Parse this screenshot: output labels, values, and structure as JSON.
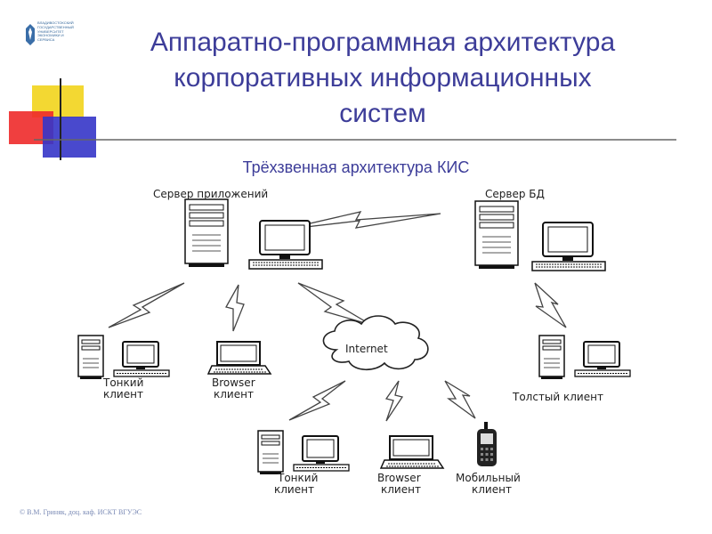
{
  "title": {
    "line1": "Аппаратно-программная архитектура",
    "line2": "корпоративных информационных",
    "line3": "систем"
  },
  "subtitle": "Трёхзвенная архитектура КИС",
  "logo": {
    "line1": "ВЛАДИВОСТОКСКИЙ",
    "line2": "ГОСУДАРСТВЕННЫЙ",
    "line3": "УНИВЕРСИТЕТ",
    "line4": "ЭКОНОМИКИ И",
    "line5": "СЕРВИСА"
  },
  "colors": {
    "title": "#3d3d99",
    "corner_yellow": "#f2d41c",
    "corner_red": "#ee2a2a",
    "corner_blue": "#3535c8",
    "footer": "#7a8ab5"
  },
  "nodes": {
    "app_server": "Сервер приложений",
    "db_server": "Сервер БД",
    "cloud": "Internet",
    "thin_client_left": [
      "Тонкий",
      "клиент"
    ],
    "browser_client_left": [
      "Browser",
      "клиент"
    ],
    "thick_client": "Толстый клиент",
    "thin_client_bottom": [
      "Тонкий",
      "клиент"
    ],
    "browser_client_bottom": [
      "Browser",
      "клиент"
    ],
    "mobile_client": [
      "Мобильный",
      "клиент"
    ]
  },
  "icons": {
    "server": "server-tower-icon",
    "workstation": "computer-monitor-icon",
    "laptop": "laptop-icon",
    "phone": "mobile-phone-icon",
    "cloud": "cloud-icon",
    "link": "lightning-link-icon"
  },
  "footer": "© В.М. Гриняк, доц. каф. ИСКТ ВГУЭС"
}
